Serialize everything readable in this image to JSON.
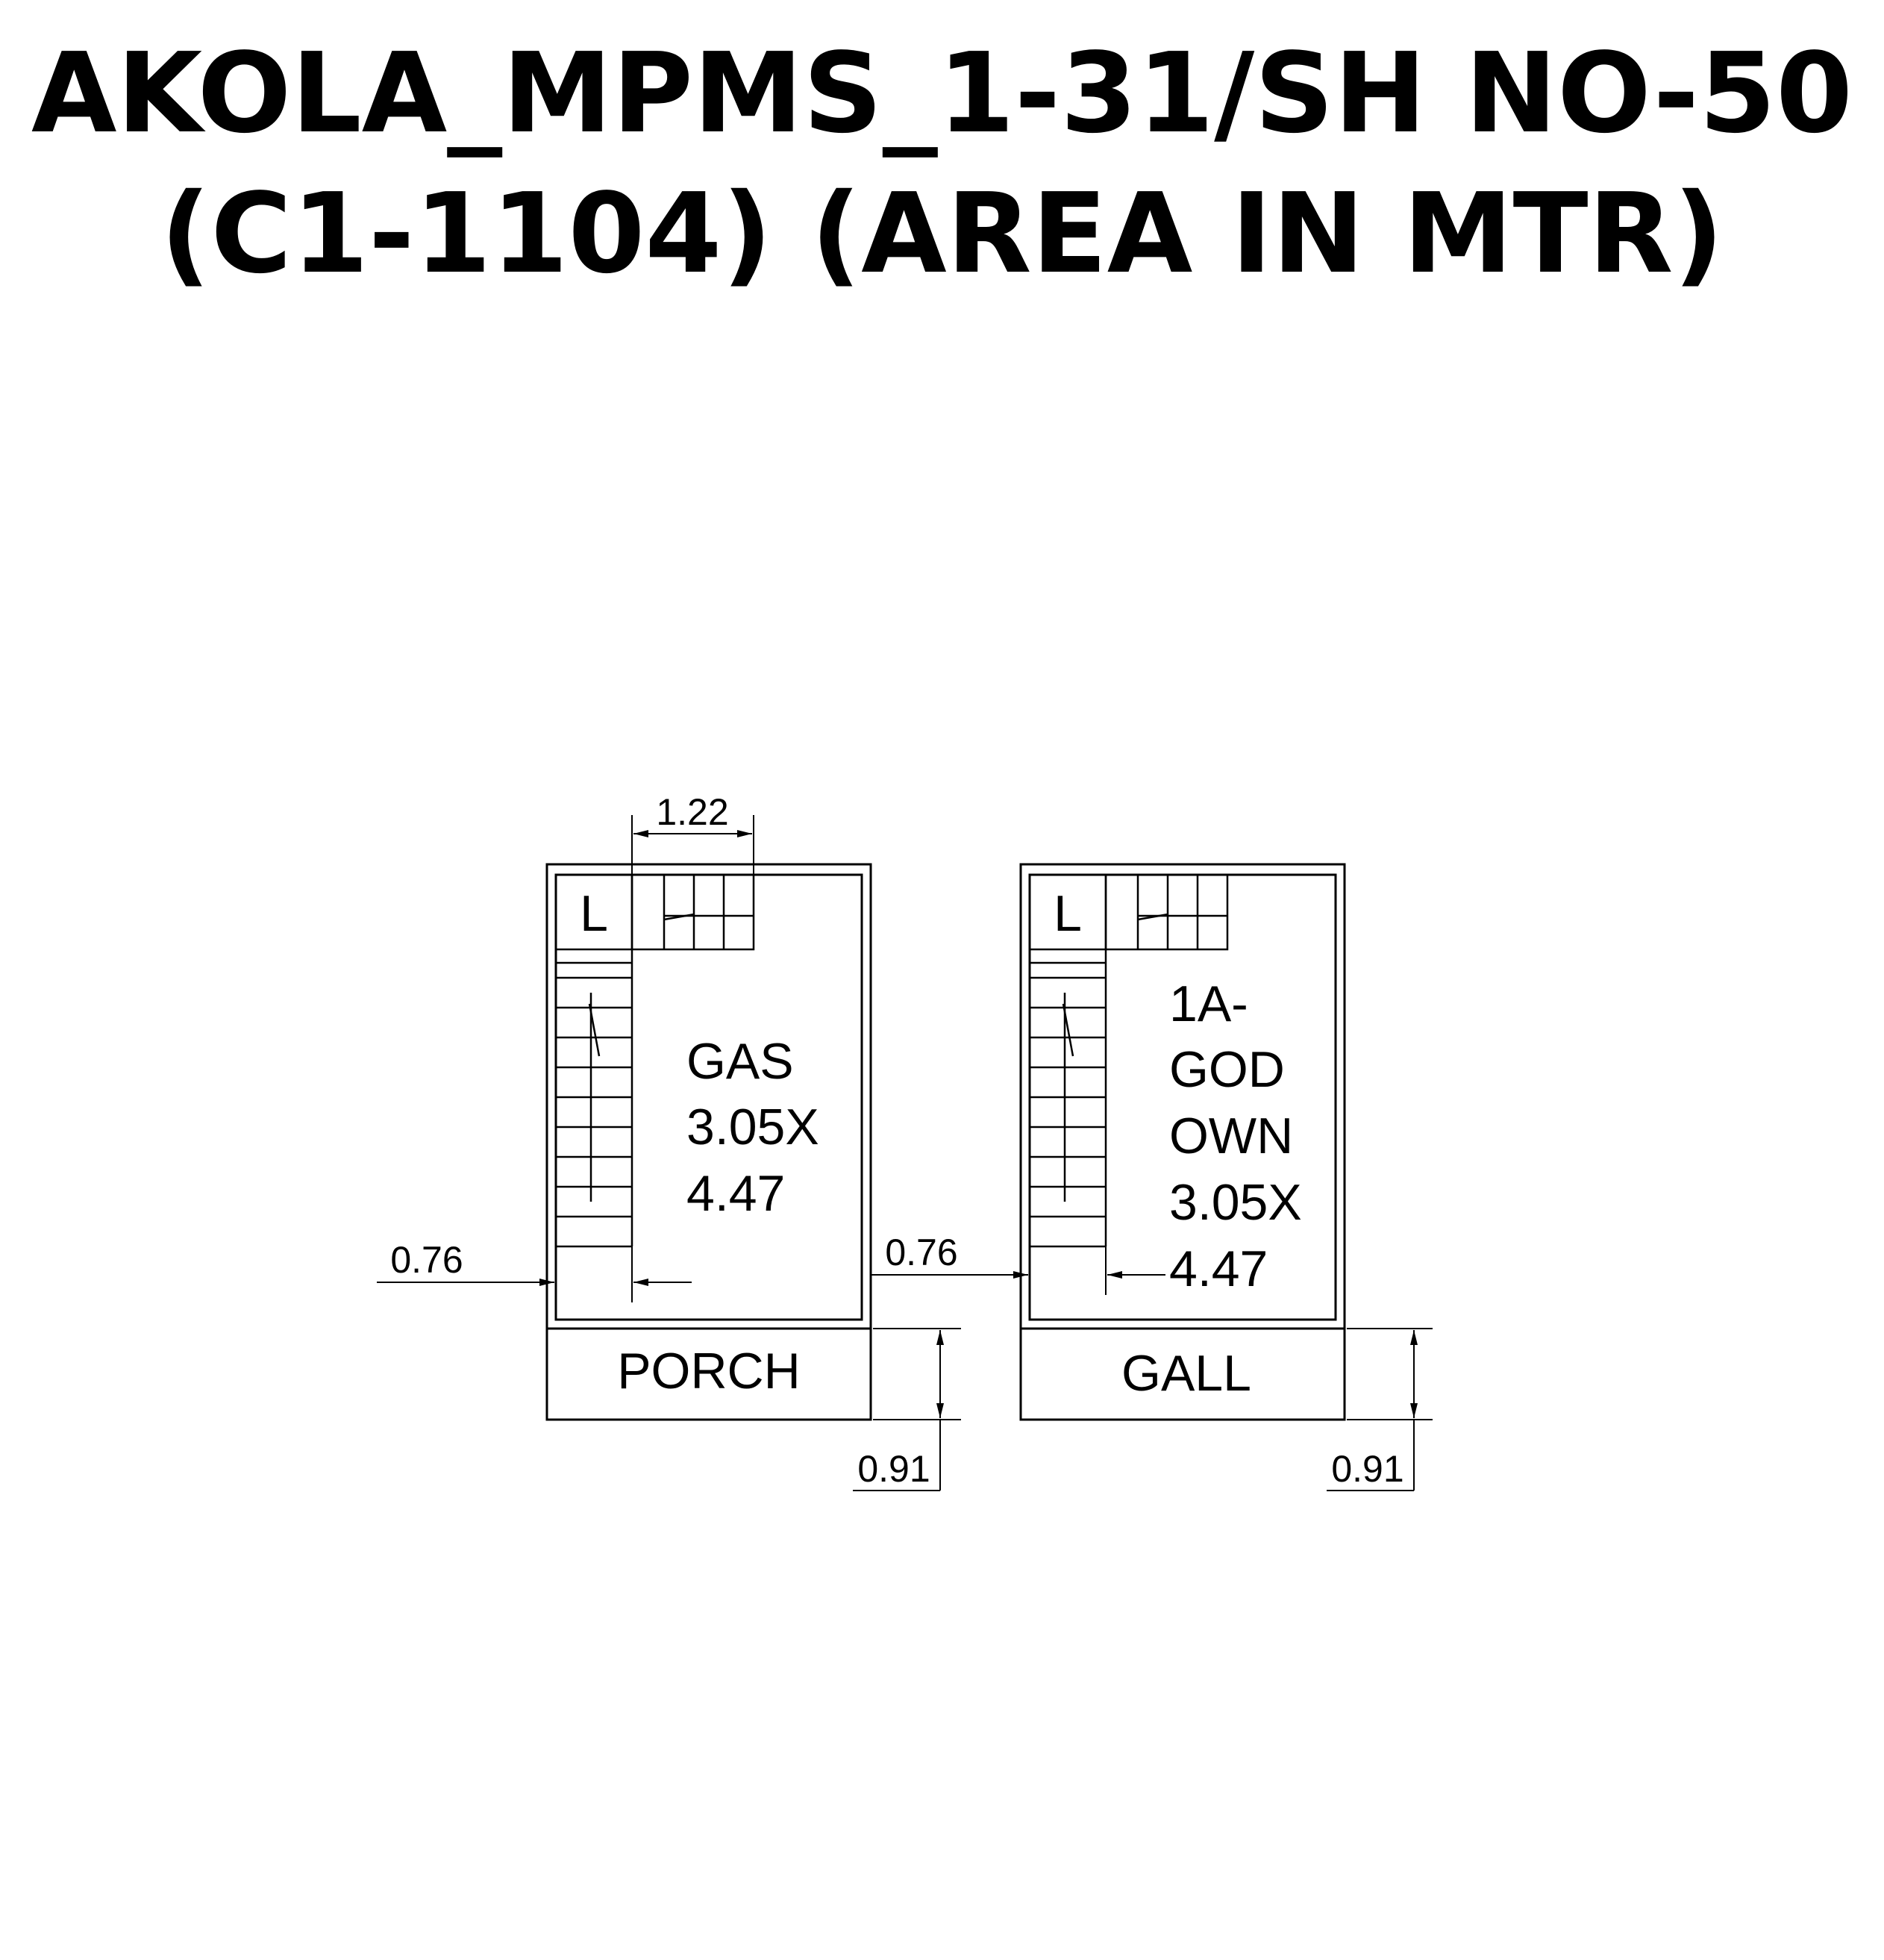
{
  "title": {
    "line1": "AKOLA_MPMS_1-31/SH NO-50",
    "line2": "(C1-1104) (AREA IN MTR)"
  },
  "plan": {
    "left_unit": {
      "lift_label": "L",
      "room_lines": [
        "GAS",
        "3.05X",
        "4.47"
      ],
      "front_label": "PORCH"
    },
    "right_unit": {
      "lift_label": "L",
      "room_lines": [
        "1A-",
        "GOD",
        "OWN",
        "3.05X",
        "4.47"
      ],
      "front_label": "GALL"
    },
    "dimensions": {
      "stair_width": "1.22",
      "left_setback": "0.76",
      "gap_setback": "0.76",
      "left_front_depth": "0.91",
      "right_front_depth": "0.91"
    }
  }
}
